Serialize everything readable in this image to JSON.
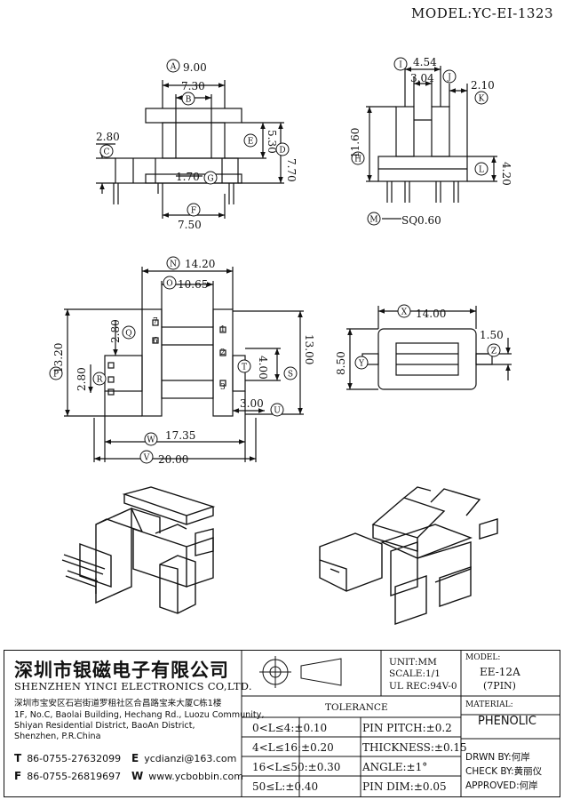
{
  "model_header": "MODEL:YC-EI-1323",
  "dimensions": {
    "A": "9.00",
    "B": "7.30",
    "C": "2.80",
    "D": "7.70",
    "E": "5.30",
    "F": "7.50",
    "G": "1.70",
    "H": "11.60",
    "I": "4.54",
    "J": "3.04",
    "K": "2.10",
    "L": "4.20",
    "M": "SQ0.60",
    "N": "14.20",
    "O": "10.65",
    "P": "13.20",
    "Q": "2.80",
    "R": "2.80",
    "S": "13.00",
    "T": "4.00",
    "U": "3.00",
    "V": "20.00",
    "W": "17.35",
    "X": "14.00",
    "Y": "8.50",
    "Z": "1.50"
  },
  "pin_numbers": [
    "7",
    "6",
    "1",
    "2",
    "3"
  ],
  "company": {
    "name_cn": "深圳市银磁电子有限公司",
    "name_en": "SHENZHEN YINCI ELECTRONICS CO,LTD.",
    "address": [
      "深圳市宝安区石岩街道罗租社区合昌路宝来大厦C栋1楼",
      "1F, No.C, Baolai Building, Hechang Rd., Luozu Community,",
      "Shiyan Residential District, BaoAn District,",
      "Shenzhen, P.R.China"
    ],
    "tel": "86-0755-27632099",
    "fax": "86-0755-26819697",
    "email": "ycdianzi@163.com",
    "web": "www.ycbobbin.com",
    "tel_label": "T",
    "fax_label": "F",
    "email_label": "E",
    "web_label": "W"
  },
  "spec": {
    "unit": "UNIT:MM",
    "scale": "SCALE:1/1",
    "ul_rec": "UL REC:94V-0",
    "model_label": "MODEL:",
    "model_value": "EE-12A",
    "pins": "(7PIN)",
    "material_label": "MATERIAL:",
    "material_value": "PHENOLIC"
  },
  "tolerance": {
    "title": "TOLERANCE",
    "rows": [
      "0<L≤4:±0.10",
      "4<L≤16:±0.20",
      "16<L≤50:±0.30",
      "50≤L:±0.40"
    ],
    "right": [
      "PIN PITCH:±0.2",
      "THICKNESS:±0.15",
      "ANGLE:±1°",
      "PIN DIM:±0.05"
    ]
  },
  "approvals": {
    "drawn": "DRWN BY:何岸",
    "check": "CHECK BY:黄丽仪",
    "approved": "APPROVED:何岸"
  }
}
